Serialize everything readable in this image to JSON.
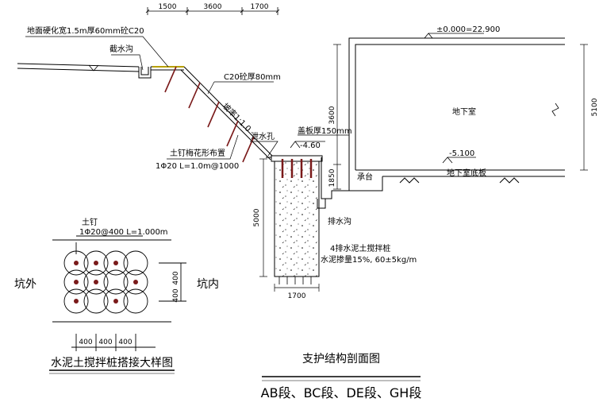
{
  "top_dims": [
    "1500",
    "3600",
    "1700"
  ],
  "labels": {
    "ground_harden": "地面硬化宽1.5m厚60mm砼C20",
    "drain_ditch_top": "截水沟",
    "shotcrete": "C20砼厚80mm",
    "slope": "坡率1:1.0",
    "drain_hole": "泄水孔",
    "soil_nail_arrangement": "土钉梅花形布置",
    "soil_nail_spec": "1Φ20  L=1.0m@1000",
    "cap_beam": "盖板厚150mm",
    "elev_bottom": "-4.60",
    "basement": "地下室",
    "elev_top": "±0.000=22.900",
    "elev_basement_floor": "-5.100",
    "basement_floor": "地下室底板",
    "pile_cap": "承台",
    "drain_ditch_bottom": "排水沟",
    "pile_desc_1": "4排水泥土搅拌桩",
    "pile_desc_2": "水泥掺量15%, 60±5kg/m",
    "dim_3600": "3600",
    "dim_5100": "5100",
    "dim_1850": "1850",
    "dim_5000": "5000",
    "dim_1700_bottom": "1700",
    "detail_nail": "土钉",
    "detail_nail_spec": "1Φ20@400  L=1.000m",
    "detail_outside": "坑外",
    "detail_inside": "坑内",
    "detail_dim_v1": "400",
    "detail_dim_v2": "400",
    "detail_dim_h": [
      "400",
      "400",
      "400"
    ],
    "detail_title": "水泥土搅拌桩搭接大样图",
    "main_title": "支护结构剖面图",
    "sub_title": "AB段、BC段、DE段、GH段"
  }
}
